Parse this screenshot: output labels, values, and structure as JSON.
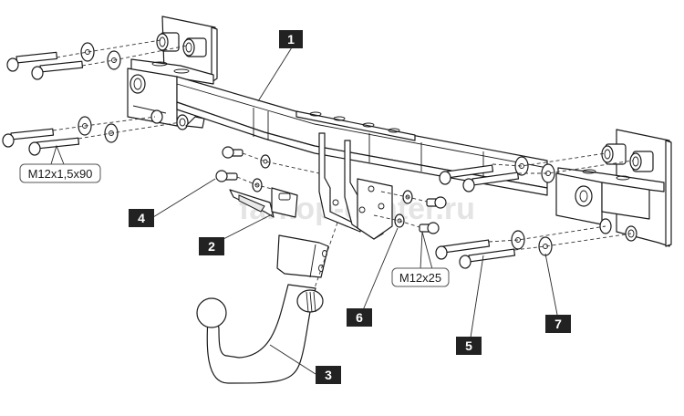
{
  "diagram": {
    "title": "Tow bar (towing hitch) exploded assembly diagram",
    "watermark": "farkop-center.ru",
    "callouts": [
      {
        "id": "1",
        "part": "cross-beam"
      },
      {
        "id": "2",
        "part": "socket-bracket"
      },
      {
        "id": "3",
        "part": "tow-ball-neck"
      },
      {
        "id": "4",
        "part": "bolt"
      },
      {
        "id": "5",
        "part": "bolt-m12x1-5x90"
      },
      {
        "id": "6",
        "part": "washer"
      },
      {
        "id": "7",
        "part": "washer"
      }
    ],
    "spec_labels": [
      {
        "text": "M12x1,5x90"
      },
      {
        "text": "M12x25"
      }
    ],
    "colors": {
      "callout_bg": "#222222",
      "callout_fg": "#ffffff",
      "line": "#1a1a1a",
      "watermark": "#cfcfcf"
    }
  }
}
